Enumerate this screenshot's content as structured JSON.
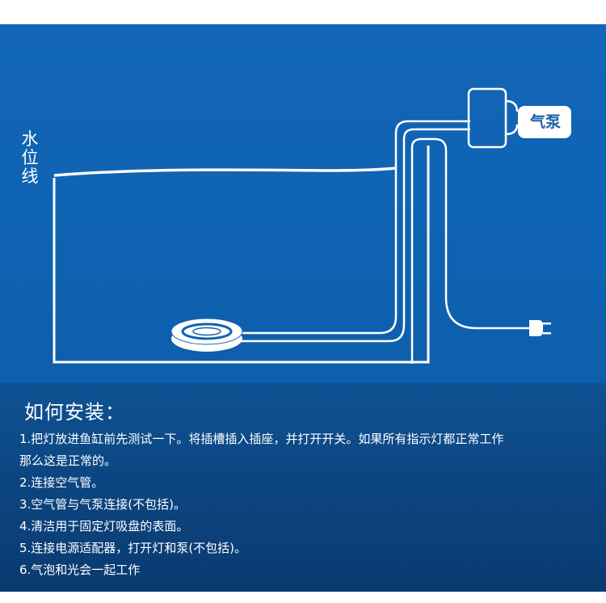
{
  "diagram": {
    "water_level_label": [
      "水",
      "位",
      "线"
    ],
    "pump_label": "气泵",
    "icons": [
      "led-ring-light-icon",
      "air-tube-icon",
      "power-plug-icon",
      "adapter-box-icon"
    ],
    "colors": {
      "background": "#1366b7",
      "line": "#ffffff",
      "text_panel": "#0c4682"
    }
  },
  "instructions": {
    "title": "如何安装：",
    "steps": [
      "1.把灯放进鱼缸前先测试一下。将插槽插入插座，并打开开关。如果所有指示灯都正常工作",
      "那么这是正常的。",
      "2.连接空气管。",
      "3.空气管与气泵连接(不包括)。",
      "4.清洁用于固定灯吸盘的表面。",
      "5.连接电源适配器，打开灯和泵(不包括)。",
      "6.气泡和光会一起工作"
    ]
  }
}
